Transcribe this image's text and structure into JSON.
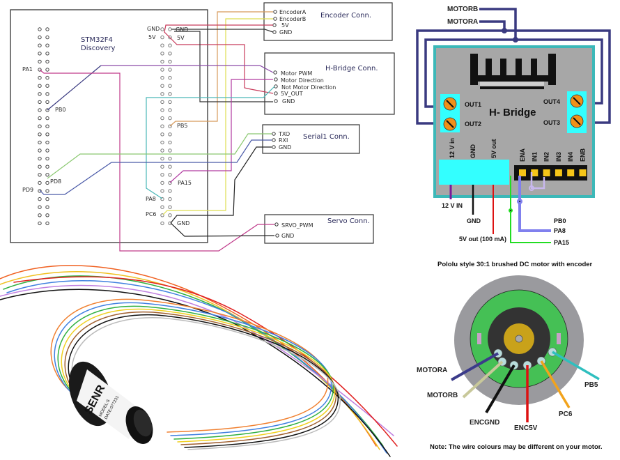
{
  "schematic": {
    "board_title_line1": "STM32F4",
    "board_title_line2": "Discovery",
    "left_pins": {
      "pa1": "PA1",
      "pb0": "PB0",
      "pd8": "PD8",
      "pd9": "PD9"
    },
    "right_pins": {
      "gnd_a": "GND",
      "gnd_b": "GND",
      "v5_a": "5V",
      "v5_b": "5V",
      "pb5": "PB5",
      "pa15": "PA15",
      "pa8": "PA8",
      "pc6": "PC6",
      "gnd_c": "GND"
    },
    "connectors": [
      {
        "title": "Encoder Conn.",
        "pins": [
          "EncoderA",
          "EncoderB",
          "5V",
          "GND"
        ]
      },
      {
        "title": "H-Bridge Conn.",
        "pins": [
          "Motor PWM",
          "Motor Direction",
          "Not Motor Direction",
          "5V_OUT",
          "GND"
        ]
      },
      {
        "title": "Serial1 Conn.",
        "pins": [
          "TXO",
          "RXI",
          "GND"
        ]
      },
      {
        "title": "Servo Conn.",
        "pins": [
          "SRVO_PWM",
          "GND"
        ]
      }
    ]
  },
  "hbridge": {
    "title": "H- Bridge",
    "motor_labels": [
      "MOTORB",
      "MOTORA"
    ],
    "outputs": [
      "OUT1",
      "OUT2",
      "OUT4",
      "OUT3"
    ],
    "power_terminals": [
      "12 V in",
      "GND",
      "5V out"
    ],
    "header_pins": [
      "ENA",
      "IN1",
      "IN2",
      "IN3",
      "IN4",
      "ENB"
    ],
    "wire_labels": {
      "v12": "12 V IN",
      "gnd": "GND",
      "v5": "5V out (100 mA)"
    },
    "signal_labels": [
      "PB0",
      "PA8",
      "PA15"
    ],
    "colors": {
      "board": "#a7a7a7",
      "border": "#3cb8b8",
      "terminal": "#33ffff",
      "screw": "#f0901a",
      "motor_wire": "#3a3a80",
      "green": "#22dd22",
      "blue": "#8080ee",
      "lilac": "#c8b8ee"
    }
  },
  "slip_ring": {
    "brand_text": "SENR",
    "model_text": "MODEL:S",
    "date_text": "DATE:077231"
  },
  "motor": {
    "title": "Pololu style 30:1 brushed DC motor with encoder",
    "wires": [
      {
        "label": "MOTORA",
        "color": "#3b3b8a"
      },
      {
        "label": "MOTORB",
        "color": "#c8c89a"
      },
      {
        "label": "ENCGND",
        "color": "#111111"
      },
      {
        "label": "ENC5V",
        "color": "#dd1111"
      },
      {
        "label": "PC6",
        "color": "#f2a31c"
      },
      {
        "label": "PB5",
        "color": "#2fbfbf"
      }
    ],
    "note": "Note: The wire colours may be different on your motor."
  }
}
